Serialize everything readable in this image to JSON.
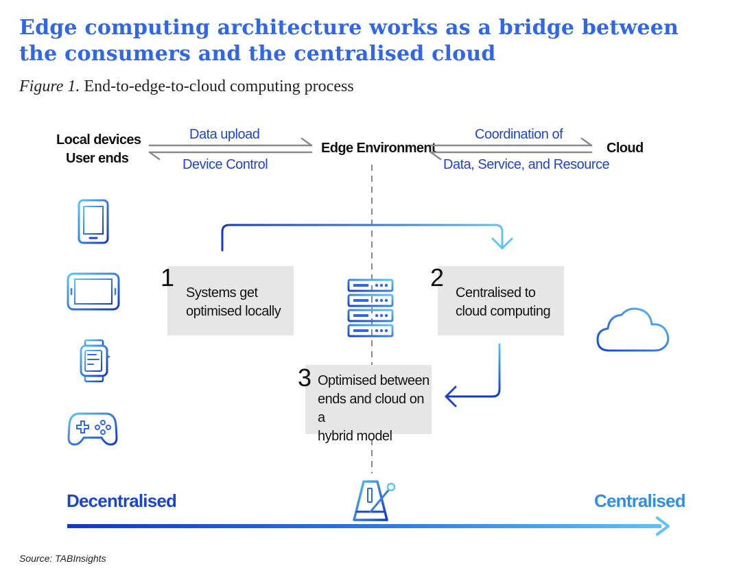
{
  "header": {
    "title_line1": "Edge computing architecture works as a bridge between",
    "title_line2": "the consumers and the centralised cloud",
    "figure_label": "Figure 1.",
    "figure_caption": "End-to-edge-to-cloud computing process"
  },
  "nodes": {
    "local_line1": "Local devices",
    "local_line2": "User ends",
    "edge": "Edge Environment",
    "cloud": "Cloud"
  },
  "flows": {
    "upload": "Data upload",
    "control": "Device Control",
    "coord_line1": "Coordination of",
    "coord_line2": "Data, Service, and Resource"
  },
  "steps": [
    {
      "number": "1",
      "line1": "Systems get",
      "line2": "optimised locally",
      "line3": ""
    },
    {
      "number": "2",
      "line1": "Centralised to",
      "line2": "cloud computing",
      "line3": ""
    },
    {
      "number": "3",
      "line1": "Optimised between",
      "line2": "ends and cloud on a",
      "line3": "hybrid model"
    }
  ],
  "scale": {
    "left": "Decentralised",
    "right": "Centralised"
  },
  "icons": [
    "smartphone-icon",
    "tablet-icon",
    "smartwatch-icon",
    "gamepad-icon",
    "server-icon",
    "cloud-icon",
    "metronome-icon"
  ],
  "colors": {
    "title_blue": "#2f66ea",
    "dark_blue": "#1238c8",
    "light_blue": "#5ec3f5",
    "box_gray": "#e6e6e6",
    "arrow_gray": "#8a8a8a"
  },
  "source": "Source: TABInsights"
}
